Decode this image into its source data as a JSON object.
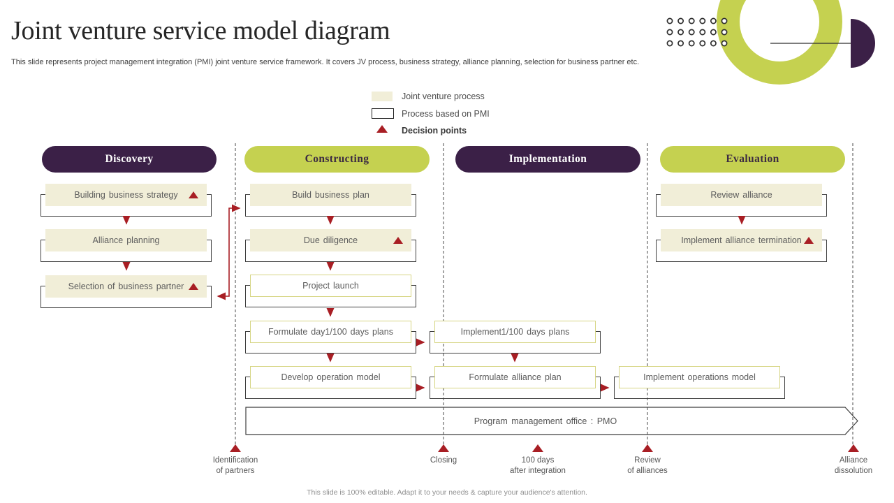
{
  "slide": {
    "title": "Joint venture service model diagram",
    "subtitle": "This slide represents project management integration (PMI) joint venture service framework. It covers JV process, business strategy, alliance planning, selection for business partner etc.",
    "footer": "This slide is 100% editable. Adapt it to your needs & capture your audience's attention."
  },
  "colors": {
    "purple": "#3b2047",
    "lime": "#c5d150",
    "cream": "#f1eed8",
    "red": "#a81e24"
  },
  "legend": {
    "items": [
      {
        "label": "Joint venture process",
        "type": "process-fill-swatch"
      },
      {
        "label": "Process based on PMI",
        "type": "pmi-outline-swatch"
      },
      {
        "label": "Decision points",
        "type": "decision-triangle"
      }
    ]
  },
  "columns": [
    {
      "label": "Discovery",
      "style": "purple",
      "items": [
        {
          "label": "Building business strategy",
          "style": "cream",
          "decision": true
        },
        {
          "label": "Alliance planning",
          "style": "cream",
          "decision": false
        },
        {
          "label": "Selection of business partner",
          "style": "cream",
          "decision": true
        }
      ]
    },
    {
      "label": "Constructing",
      "style": "lime",
      "items": [
        {
          "label": "Build business plan",
          "style": "cream",
          "decision": false
        },
        {
          "label": "Due diligence",
          "style": "cream",
          "decision": true
        },
        {
          "label": "Project launch",
          "style": "white",
          "decision": false
        },
        {
          "label": "Formulate day1/100 days plans",
          "style": "white",
          "decision": false
        },
        {
          "label": "Develop operation model",
          "style": "white",
          "decision": false
        }
      ]
    },
    {
      "label": "Implementation",
      "style": "purple",
      "items": [
        {
          "label": "Implement1/100 days plans",
          "style": "white",
          "decision": false
        },
        {
          "label": "Formulate alliance plan",
          "style": "white",
          "decision": false
        },
        {
          "label": "Implement operations model",
          "style": "white",
          "decision": false
        }
      ]
    },
    {
      "label": "Evaluation",
      "style": "lime",
      "items": [
        {
          "label": "Review alliance",
          "style": "cream",
          "decision": false
        },
        {
          "label": "Implement alliance termination",
          "style": "cream",
          "decision": true
        }
      ]
    }
  ],
  "pmo": {
    "label": "Program management office : PMO"
  },
  "milestones": [
    {
      "lines": [
        "Identification",
        "of partners"
      ]
    },
    {
      "lines": [
        "Closing"
      ]
    },
    {
      "lines": [
        "100 days",
        "after integration"
      ]
    },
    {
      "lines": [
        "Review",
        "of alliances"
      ]
    },
    {
      "lines": [
        "Alliance",
        "dissolution"
      ]
    }
  ]
}
